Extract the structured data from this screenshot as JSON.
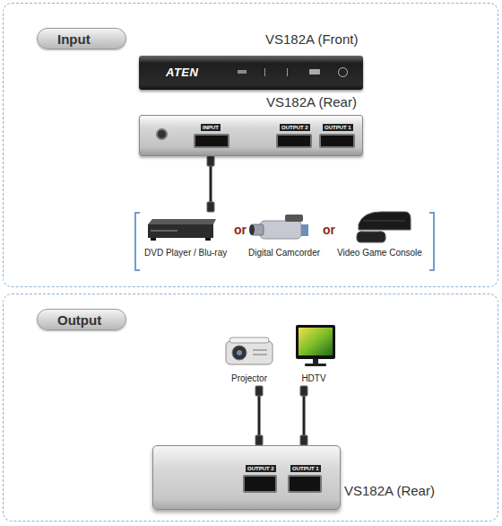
{
  "diagram": {
    "nodes": [
      {
        "text": [
          "Input"
        ]
      },
      {
        "text": [
          "VS182A (Front)",
          "ATEN"
        ],
        "in": 0
      },
      {
        "text": [
          "VS182A (Rear)",
          "INPUT",
          "OUTPUT 2",
          "OUTPUT 1"
        ],
        "in": 0
      },
      {
        "text": [
          "DVD Player / Blu-ray",
          "or",
          "Digital Camcorder",
          "or",
          "Video Game Console"
        ],
        "in": 0
      },
      {
        "text": [
          "Output"
        ]
      },
      {
        "text": [
          "Projector"
        ],
        "in": 4
      },
      {
        "text": [
          "HDTV"
        ],
        "in": 4
      },
      {
        "text": [
          "VS182A (Rear)",
          "OUTPUT 2",
          "OUTPUT 1"
        ],
        "in": 4
      }
    ],
    "edges": [
      {
        "from": 2,
        "to": 3,
        "arrow": "none"
      },
      {
        "from": 7,
        "to": 5,
        "arrow": "none"
      },
      {
        "from": 7,
        "to": 6,
        "arrow": "none"
      }
    ]
  }
}
